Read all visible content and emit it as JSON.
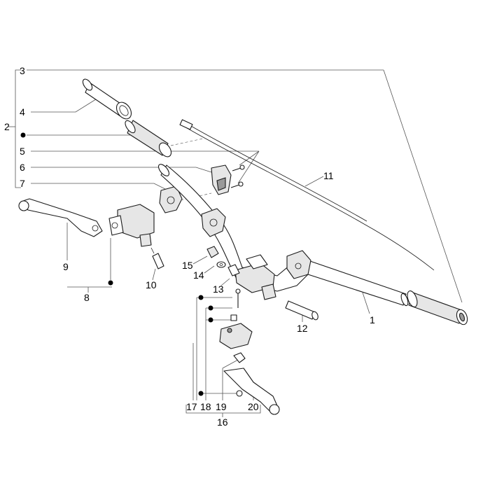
{
  "diagram": {
    "callouts": {
      "c1": "1",
      "c2": "2",
      "c3": "3",
      "c4": "4",
      "c5": "5",
      "c6": "6",
      "c7": "7",
      "c8": "8",
      "c9": "9",
      "c10": "10",
      "c11": "11",
      "c12": "12",
      "c13": "13",
      "c14": "14",
      "c15": "15",
      "c16": "16",
      "c17": "17",
      "c18": "18",
      "c19": "19",
      "c20": "20"
    }
  }
}
